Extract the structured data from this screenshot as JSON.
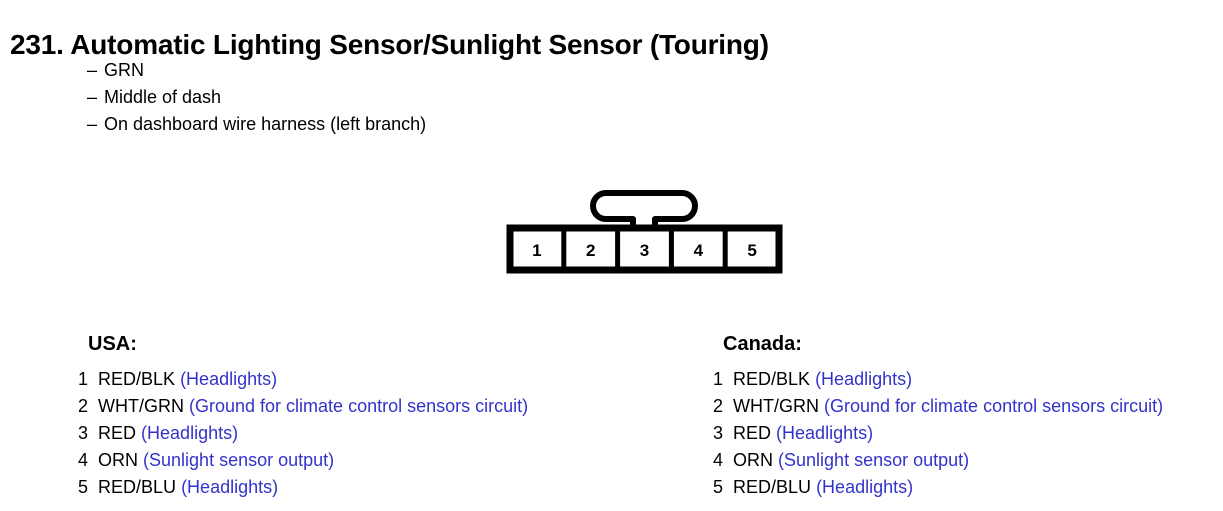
{
  "page": {
    "title": "231. Automatic Lighting Sensor/Sunlight Sensor (Touring)",
    "specs": [
      {
        "dash": "–",
        "text": "GRN"
      },
      {
        "dash": "–",
        "text": "Middle of dash"
      },
      {
        "dash": "–",
        "text": "On dashboard wire harness (left branch)"
      }
    ]
  },
  "connector": {
    "name": "5-pin-connector-diagram",
    "pin_labels": [
      "1",
      "2",
      "3",
      "4",
      "5"
    ],
    "latch_position_pin": "3",
    "outline_color": "#000000",
    "fill_color": "#ffffff"
  },
  "columns": [
    {
      "key": "usa",
      "heading": "USA:",
      "rows": [
        {
          "num": "1",
          "wire": "RED/BLK",
          "desc": "(Headlights)"
        },
        {
          "num": "2",
          "wire": "WHT/GRN",
          "desc": "(Ground for climate control sensors circuit)"
        },
        {
          "num": "3",
          "wire": "RED",
          "desc": "(Headlights)"
        },
        {
          "num": "4",
          "wire": "ORN",
          "desc": "(Sunlight sensor output)"
        },
        {
          "num": "5",
          "wire": "RED/BLU",
          "desc": "(Headlights)"
        }
      ]
    },
    {
      "key": "canada",
      "heading": "Canada:",
      "rows": [
        {
          "num": "1",
          "wire": "RED/BLK",
          "desc": "(Headlights)"
        },
        {
          "num": "2",
          "wire": "WHT/GRN",
          "desc": "(Ground for climate control sensors circuit)"
        },
        {
          "num": "3",
          "wire": "RED",
          "desc": "(Headlights)"
        },
        {
          "num": "4",
          "wire": "ORN",
          "desc": "(Sunlight sensor output)"
        },
        {
          "num": "5",
          "wire": "RED/BLU",
          "desc": "(Headlights)"
        }
      ]
    }
  ],
  "colors": {
    "text": "#000000",
    "description": "#3333cc",
    "background": "#ffffff"
  }
}
